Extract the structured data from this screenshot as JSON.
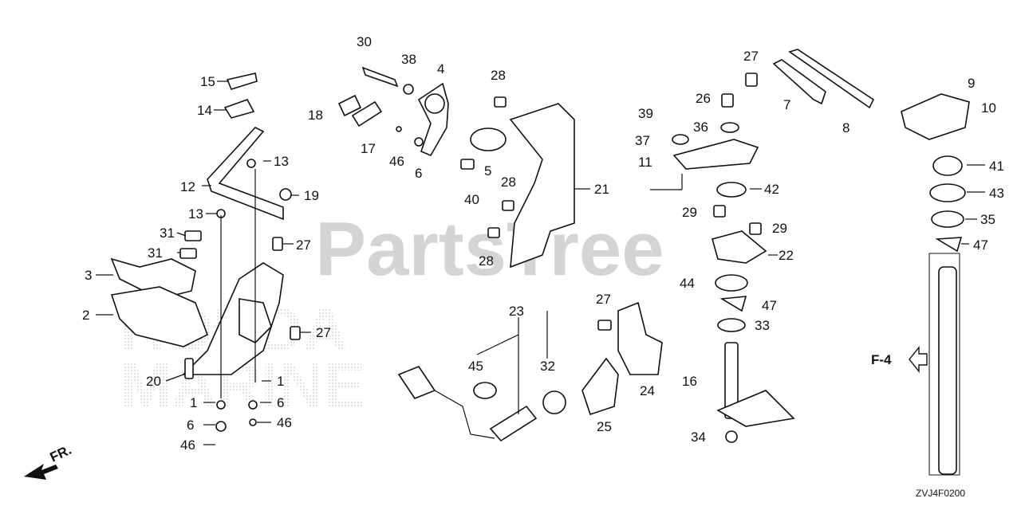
{
  "watermark": {
    "parts_tree": "PartsTree",
    "honda": "HONDA",
    "marine": "MARINE"
  },
  "diagram_code": "ZVJ4F0200",
  "ref_label": "F-4",
  "front_label": "FR.",
  "labels": {
    "l1": "1",
    "l2": "2",
    "l3": "3",
    "l4": "4",
    "l5": "5",
    "l6": "6",
    "l7": "7",
    "l8": "8",
    "l9": "9",
    "l10": "10",
    "l11": "11",
    "l12": "12",
    "l13": "13",
    "l14": "14",
    "l15": "15",
    "l16": "16",
    "l17": "17",
    "l18": "18",
    "l19": "19",
    "l20": "20",
    "l21": "21",
    "l22": "22",
    "l23": "23",
    "l24": "24",
    "l25": "25",
    "l26": "26",
    "l27": "27",
    "l28": "28",
    "l29": "29",
    "l30": "30",
    "l31": "31",
    "l32": "32",
    "l33": "33",
    "l34": "34",
    "l35": "35",
    "l36": "36",
    "l37": "37",
    "l38": "38",
    "l39": "39",
    "l40": "40",
    "l41": "41",
    "l42": "42",
    "l43": "43",
    "l44": "44",
    "l45": "45",
    "l46": "46",
    "l47": "47"
  }
}
